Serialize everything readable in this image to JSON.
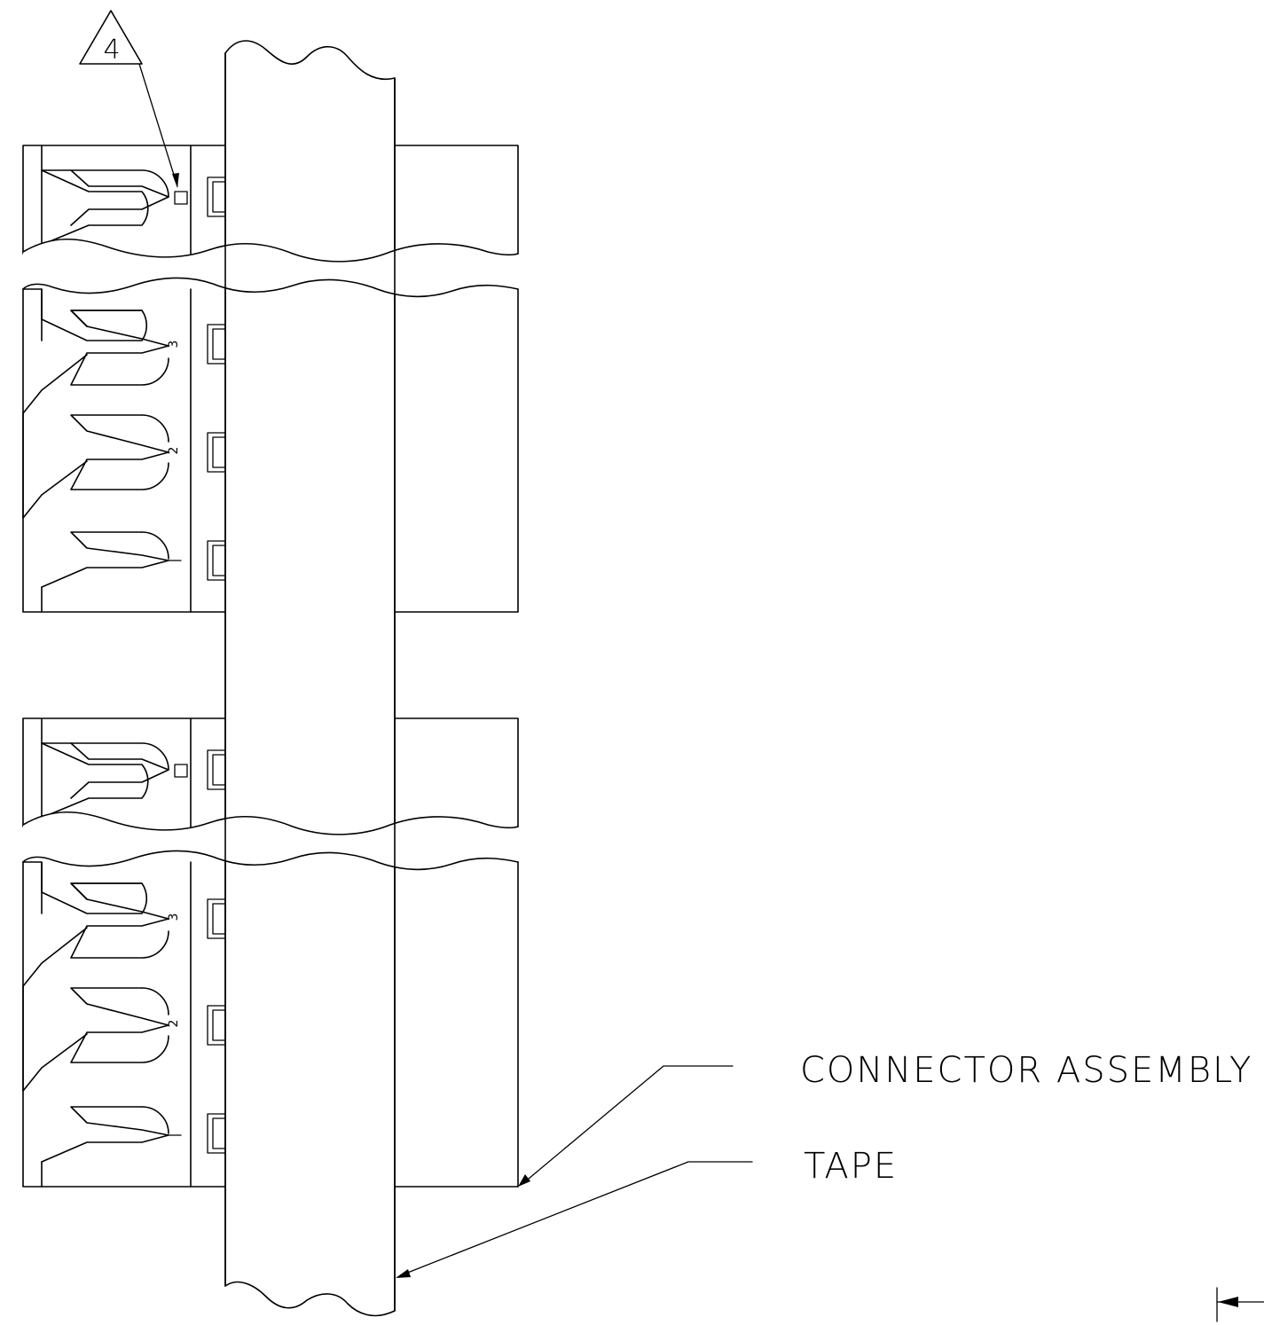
{
  "labels": {
    "connector_assembly": "CONNECTOR ASSEMBLY",
    "tape": "TAPE",
    "note_flag": "4"
  },
  "pin_numbers": {
    "pin3": "3",
    "pin2": "2"
  },
  "connector_groups": [
    {
      "pins_top": [
        "first-pin marker"
      ],
      "pins_bottom": [
        "3",
        "2",
        ""
      ]
    },
    {
      "pins_top": [
        "first-pin marker"
      ],
      "pins_bottom": [
        "3",
        "2",
        ""
      ]
    }
  ]
}
